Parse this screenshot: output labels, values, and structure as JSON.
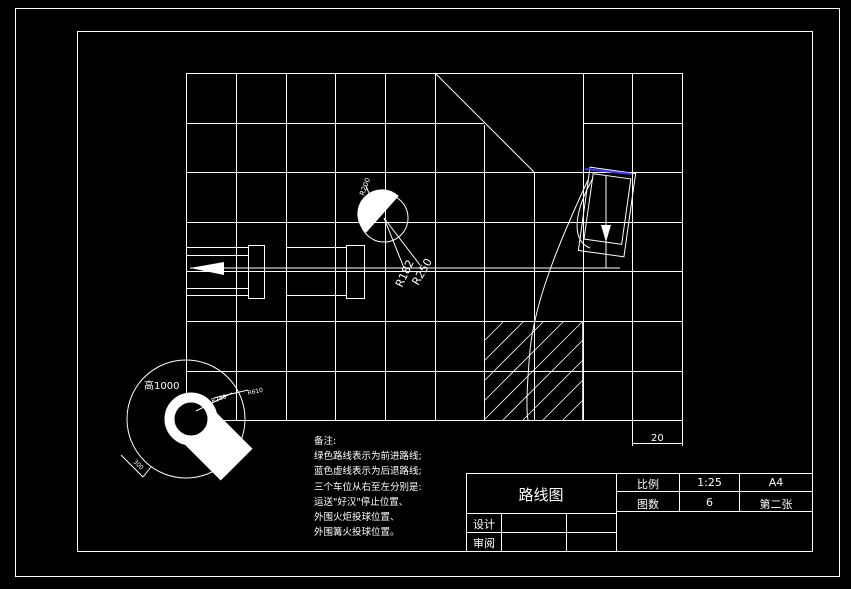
{
  "drawing": {
    "title": "路线图",
    "scale_label": "比例",
    "scale_value": "1:25",
    "paper_size": "A4",
    "sheet_label": "图数",
    "sheet_count": "6",
    "sheet_order": "第二张",
    "designer_label": "设计",
    "reviewer_label": "审阅",
    "dimension_20": "20",
    "annotations": {
      "height": "高1000",
      "r280_inner": "R280",
      "r610": "R610",
      "dim_300": "300",
      "r200": "R200",
      "r250": "R250",
      "r182": "R182"
    }
  },
  "notes": {
    "heading": "备注:",
    "lines": [
      "绿色路线表示为前进路线;",
      "蓝色虚线表示为后退路线;",
      "三个车位从右至左分别是:",
      "运送\"好汉\"停止位置、",
      "外围火炬投球位置、",
      "外围篝火投球位置。"
    ]
  },
  "colors": {
    "background": "#000000",
    "lines": "#ffffff",
    "reverse_route": "#3a3aff"
  }
}
